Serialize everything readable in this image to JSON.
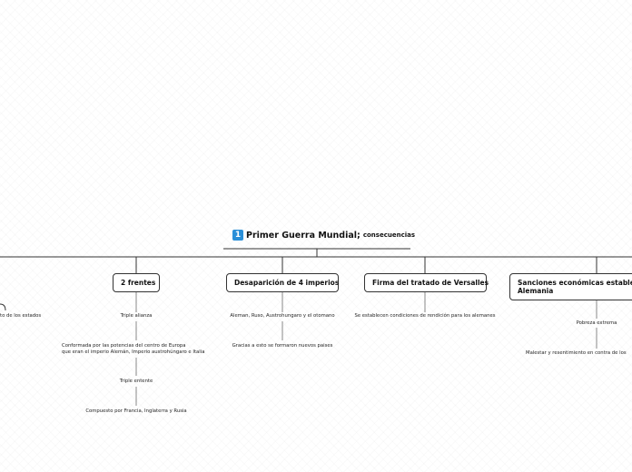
{
  "map": {
    "central": {
      "badge": "1",
      "title": "Primer Guerra Mundial;",
      "suffix": "consecuencias"
    },
    "left_fragment": "to de los estados",
    "topics": [
      {
        "label": "2 frentes",
        "subtopics": [
          {
            "label": "Triple alianza"
          },
          {
            "line1": "Conformada por las potencias del centro de Europa",
            "line2": "que eran el imperio Alemán, Imperio austrohúngaro e Italia"
          },
          {
            "label": "Triple entente"
          },
          {
            "label": "Compuesto por Francia, Inglaterra y Rusia"
          }
        ]
      },
      {
        "label": "Desaparición de 4 imperios",
        "subtopics": [
          {
            "label": "Aleman, Ruso, Austrohungaro y el otomano"
          },
          {
            "label": "Gracias a esto se formaron nuevos paises"
          }
        ]
      },
      {
        "label": "Firma del tratado de Versalles",
        "subtopics": [
          {
            "label": "Se establecen condiciones de rendición para los alemanes"
          }
        ]
      },
      {
        "line1": "Sanciones económicas establecid",
        "line2": "Alemania",
        "subtopics": [
          {
            "label": "Pobreza extrema"
          },
          {
            "label": "Malestar y resentimiento en contra de los"
          }
        ]
      }
    ]
  }
}
